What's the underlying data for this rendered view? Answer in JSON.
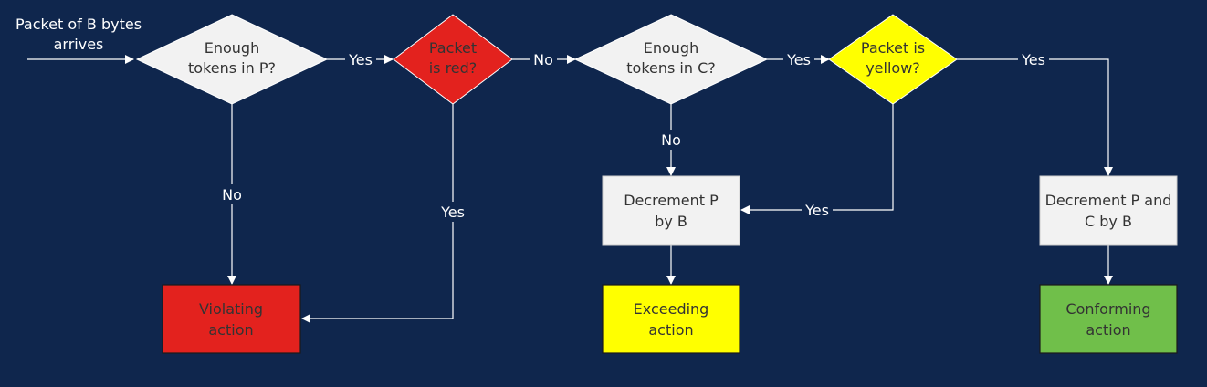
{
  "colors": {
    "background": "#0f264d",
    "line": "#ffffff",
    "neutral_fill": "#f2f2f2",
    "red": "#e3221e",
    "yellow": "#ffff00",
    "green": "#70bf4a",
    "dark_text": "#333333"
  },
  "start": {
    "line1": "Packet of B bytes",
    "line2": "arrives"
  },
  "decisions": {
    "enough_p": {
      "line1": "Enough",
      "line2": "tokens in P?"
    },
    "is_red": {
      "line1": "Packet",
      "line2": "is red?"
    },
    "enough_c": {
      "line1": "Enough",
      "line2": "tokens in C?"
    },
    "is_yellow": {
      "line1": "Packet is",
      "line2": "yellow?"
    }
  },
  "processes": {
    "decrement_p": {
      "line1": "Decrement P",
      "line2": "by B"
    },
    "decrement_pc": {
      "line1": "Decrement P and",
      "line2": "C by B"
    }
  },
  "outcomes": {
    "violating": {
      "line1": "Violating",
      "line2": "action"
    },
    "exceeding": {
      "line1": "Exceeding",
      "line2": "action"
    },
    "conforming": {
      "line1": "Conforming",
      "line2": "action"
    }
  },
  "edges": {
    "p_yes": "Yes",
    "p_no": "No",
    "red_no": "No",
    "red_yes": "Yes",
    "c_yes": "Yes",
    "c_no": "No",
    "yellow_yes_right": "Yes",
    "yellow_yes_left": "Yes"
  }
}
